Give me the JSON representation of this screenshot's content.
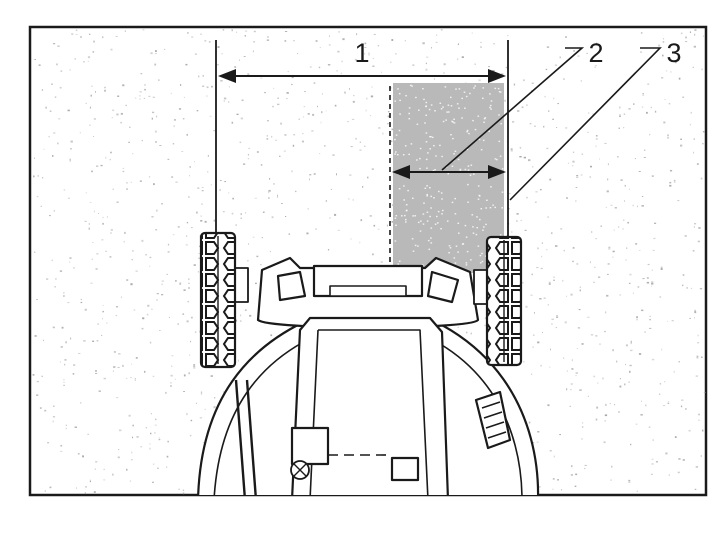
{
  "figure": {
    "callouts": [
      {
        "id": "overall-cutting-width",
        "label": "1"
      },
      {
        "id": "overlap-strip",
        "label": "2"
      },
      {
        "id": "wheel-track-edge",
        "label": "3"
      }
    ],
    "colors": {
      "line": "#1a1a1a",
      "background": "#ffffff",
      "grass_dots": "#9a9a9a",
      "overlap_fill": "#b9b9b9"
    }
  }
}
